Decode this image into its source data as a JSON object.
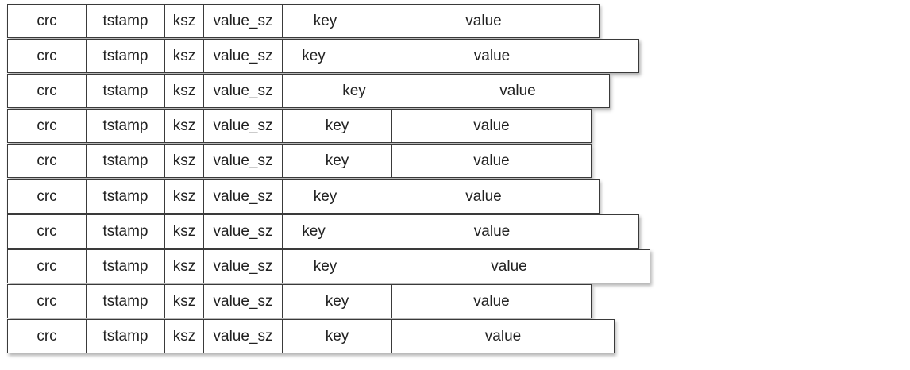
{
  "field_labels": {
    "crc": "crc",
    "tstamp": "tstamp",
    "ksz": "ksz",
    "value_sz": "value_sz",
    "key": "key",
    "value": "value"
  },
  "entries": [
    {
      "fields": [
        "crc",
        "tstamp",
        "ksz",
        "value_sz",
        "key",
        "value"
      ]
    },
    {
      "fields": [
        "crc",
        "tstamp",
        "ksz",
        "value_sz",
        "key",
        "value"
      ]
    },
    {
      "fields": [
        "crc",
        "tstamp",
        "ksz",
        "value_sz",
        "key",
        "value"
      ]
    },
    {
      "fields": [
        "crc",
        "tstamp",
        "ksz",
        "value_sz",
        "key",
        "value"
      ]
    },
    {
      "fields": [
        "crc",
        "tstamp",
        "ksz",
        "value_sz",
        "key",
        "value"
      ]
    },
    {
      "fields": [
        "crc",
        "tstamp",
        "ksz",
        "value_sz",
        "key",
        "value"
      ]
    },
    {
      "fields": [
        "crc",
        "tstamp",
        "ksz",
        "value_sz",
        "key",
        "value"
      ]
    },
    {
      "fields": [
        "crc",
        "tstamp",
        "ksz",
        "value_sz",
        "key",
        "value"
      ]
    },
    {
      "fields": [
        "crc",
        "tstamp",
        "ksz",
        "value_sz",
        "key",
        "value"
      ]
    },
    {
      "fields": [
        "crc",
        "tstamp",
        "ksz",
        "value_sz",
        "key",
        "value"
      ]
    }
  ]
}
